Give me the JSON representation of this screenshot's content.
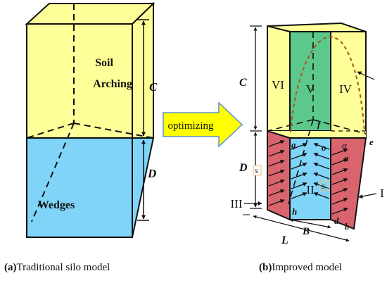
{
  "left_model": {
    "caption_tag": "(a)",
    "caption_text": "Traditional silo model",
    "soil_label_1": "Soil",
    "soil_label_2": "Arching",
    "wedges_label": "Wedges",
    "dim_top": "C",
    "dim_bottom": "D"
  },
  "arrow": {
    "label": "optimizing"
  },
  "right_model": {
    "caption_tag": "(b)",
    "caption_text": "Improved model",
    "zone_VI": "VI",
    "zone_V": "V",
    "zone_IV": "IV",
    "zone_II": "II",
    "zone_III": "III",
    "zone_I": "I",
    "dim_C": "C",
    "dim_D": "D",
    "dim_B": "B",
    "dim_L": "L",
    "point_f": "f",
    "point_g": "g",
    "point_o": "o",
    "point_e": "e",
    "point_a": "a",
    "point_h": "h",
    "point_d": "d",
    "point_b": "b",
    "angle_alpha": "α",
    "s_label_left": "s",
    "s_label_mid": "s"
  },
  "colors": {
    "yellow": "#FFFF99",
    "blue": "#7FD4F8",
    "green": "#5CC88C",
    "red": "#D9646E",
    "arrow_fill": "#FFFF00",
    "arrow_stroke": "#5B8DD6"
  }
}
